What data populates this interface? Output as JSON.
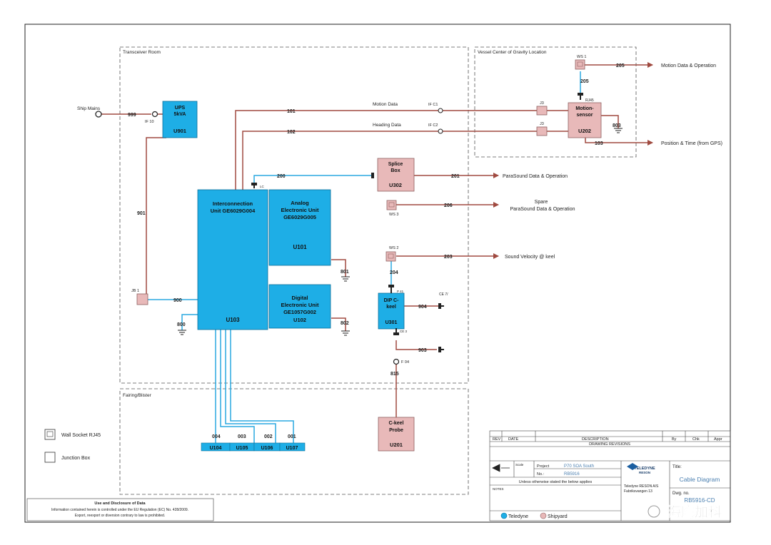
{
  "colors": {
    "teledyne": "#1eaee6",
    "shipyard": "#e8b9b9",
    "cable_red": "#a04a40",
    "cable_blue": "#2aa9e0",
    "frame": "#222222"
  },
  "areas": {
    "transceiver_room": "Transceiver Room",
    "vessel_cog": "Vessel Center of Gravity Location",
    "fairing": "Fairing/Blister"
  },
  "external": {
    "ship_mains": "Ship Mains",
    "motion_data_op": "Motion Data & Operation",
    "position_time": "Position & Time (from GPS)",
    "parasound_data_op": "ParaSound Data & Operation",
    "spare_line1": "Spare",
    "spare_line2": "ParaSound Data & Operation",
    "sound_velocity": "Sound Velocity @ keel"
  },
  "units": {
    "ups_l1": "UPS",
    "ups_l2": "5kVA",
    "ups_id": "U901",
    "iu_l1": "Interconnection",
    "iu_l2": "Unit GE6029G004",
    "iu_id": "U103",
    "analog_l1": "Analog",
    "analog_l2": "Electronic Unit",
    "analog_l3": "GE6029G005",
    "analog_id": "U101",
    "digital_l1": "Digital",
    "digital_l2": "Electronic Unit",
    "digital_l3": "GE1057G002",
    "digital_id": "U102",
    "splice_l1": "Splice",
    "splice_l2": "Box",
    "splice_id": "U302",
    "motion_l1": "Motion-",
    "motion_l2": "sensor",
    "motion_id": "U202",
    "dip_l1": "DIP C-",
    "dip_l2": "keel",
    "dip_id": "U301",
    "ckeel_l1": "C-keel",
    "ckeel_l2": "Probe",
    "ckeel_id": "U201",
    "tx_units": [
      "U104",
      "U105",
      "U106",
      "U107"
    ]
  },
  "cables": {
    "c999": "999",
    "c101": "101",
    "c102": "102",
    "c901": "901",
    "c900": "900",
    "c800": "800",
    "c801": "801",
    "c802": "802",
    "c200": "200",
    "c201": "201",
    "c206": "206",
    "c203": "203",
    "c204": "204",
    "c904": "904",
    "c903": "903",
    "c815": "815",
    "c205": "205",
    "c103": "103",
    "c803": "803",
    "c004": "004",
    "c003": "003",
    "c002": "002",
    "c001": "001"
  },
  "connectors": {
    "if10": "IF 10",
    "ifc1": "IF C1",
    "ifc2": "IF C2",
    "j3a": "J3",
    "j3b": "J3",
    "jb1": "JB 1",
    "ws1": "WS 1",
    "ws2": "WS 2",
    "ws3": "WS 3",
    "fo4": "F 04",
    "rj45": "RJ45",
    "lc": "LC",
    "p41": "P 41",
    "ce": "CE 7/",
    "ce3": "CE 3"
  },
  "signals": {
    "motion_data": "Motion Data",
    "heading_data": "Heading Data"
  },
  "legend": {
    "wall_socket": "Wall Socket RJ45",
    "junction_box": "Junction Box"
  },
  "disclaimer": {
    "title": "Use and Disclosure of Data",
    "line1": "Information contained herein is controlled under the EU Regulation (EC) No. 428/2009.",
    "line2": "Export, reexport or diversion contrary to law is prohibited."
  },
  "title_block": {
    "rev_col": "REV",
    "date_col": "DATE",
    "desc_col": "DESCRIPTION",
    "by_col": "By",
    "chk_col": "Chk",
    "appr_col": "Appr",
    "drawing_revisions": "DRAWING REVISIONS",
    "scale_label": "Scale",
    "project_label": "Project",
    "project_value": "P70 SOA South",
    "no_label": "No.:",
    "no_value": "RB5916",
    "general_note": "Unless otherwise stated the below applies",
    "notes_label": "NOTES",
    "company_brand_l1": "TELEDYNE",
    "company_brand_l2": "RESON",
    "company_name": "Teledyne RESON A/S",
    "company_addr": "Fabriksvangen 13",
    "title_label": "Title:",
    "title_value": "Cable Diagram",
    "dwg_label": "Dwg. no.",
    "dwg_value": "RB5916-CD",
    "legend_teledyne": "Teledyne",
    "legend_shipyard": "Shipyard",
    "watermark": "海鹰加科"
  }
}
